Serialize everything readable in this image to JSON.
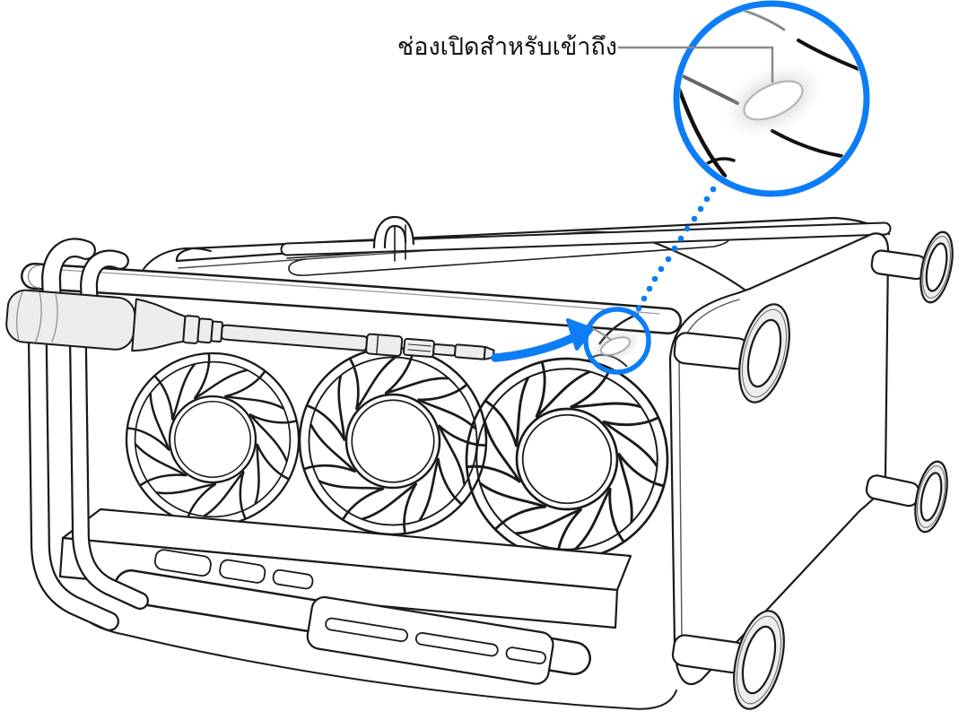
{
  "callout": {
    "label": "ช่องเปิดสำหรับเข้าถึง"
  },
  "colors": {
    "accent_blue": "#0D7DF6",
    "line_dark": "#1A1A1A",
    "leader_gray": "#8A8A8A",
    "light_fill": "#EDEDED",
    "background": "#FFFFFF"
  },
  "parts": {
    "device": "mac-pro-on-its-side",
    "fans": [
      "fan-1",
      "fan-2",
      "fan-3"
    ],
    "tool": "screwdriver",
    "annotations": [
      "direction-arrow",
      "access-opening-highlight-circle",
      "dotted-leader-line",
      "magnifier-callout-circle",
      "callout-connector-line"
    ],
    "feet": [
      "foot-top-near",
      "foot-top-far",
      "foot-bottom-near",
      "foot-bottom-far"
    ]
  }
}
